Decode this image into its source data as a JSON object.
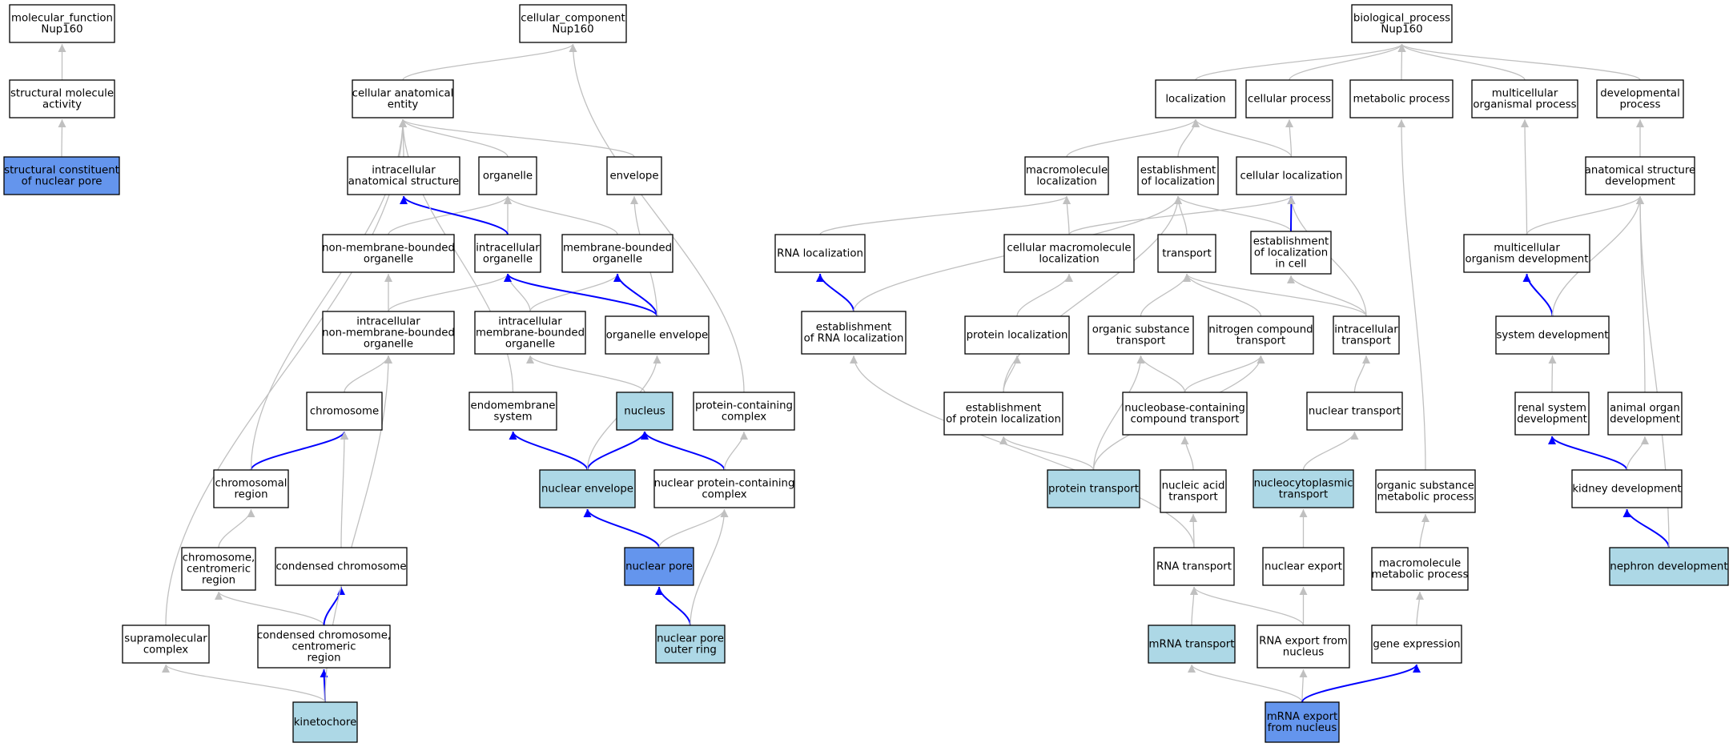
{
  "colors": {
    "edge_grey": "#c0c0c0",
    "edge_blue": "#0000ff",
    "node_white": "#ffffff",
    "node_light": "#add8e6",
    "node_dark": "#6495ed",
    "border": "#000000"
  },
  "nodes": {
    "mf": {
      "lines": [
        "molecular_function",
        "Nup160"
      ],
      "fill": "white"
    },
    "sma": {
      "lines": [
        "structural molecule",
        "activity"
      ],
      "fill": "white"
    },
    "scnp": {
      "lines": [
        "structural constituent",
        "of nuclear pore"
      ],
      "fill": "dark"
    },
    "cc": {
      "lines": [
        "cellular_component",
        "Nup160"
      ],
      "fill": "white"
    },
    "cae": {
      "lines": [
        "cellular anatomical",
        "entity"
      ],
      "fill": "white"
    },
    "ias": {
      "lines": [
        "intracellular",
        "anatomical structure"
      ],
      "fill": "white"
    },
    "org": {
      "lines": [
        "organelle"
      ],
      "fill": "white"
    },
    "env": {
      "lines": [
        "envelope"
      ],
      "fill": "white"
    },
    "nmbo": {
      "lines": [
        "non-membrane-bounded",
        "organelle"
      ],
      "fill": "white"
    },
    "io": {
      "lines": [
        "intracellular",
        "organelle"
      ],
      "fill": "white"
    },
    "mbo": {
      "lines": [
        "membrane-bounded",
        "organelle"
      ],
      "fill": "white"
    },
    "inmbo": {
      "lines": [
        "intracellular",
        "non-membrane-bounded",
        "organelle"
      ],
      "fill": "white"
    },
    "imbo": {
      "lines": [
        "intracellular",
        "membrane-bounded",
        "organelle"
      ],
      "fill": "white"
    },
    "oenv": {
      "lines": [
        "organelle envelope"
      ],
      "fill": "white"
    },
    "chrom": {
      "lines": [
        "chromosome"
      ],
      "fill": "white"
    },
    "endo": {
      "lines": [
        "endomembrane",
        "system"
      ],
      "fill": "white"
    },
    "nuc": {
      "lines": [
        "nucleus"
      ],
      "fill": "light"
    },
    "pcc": {
      "lines": [
        "protein-containing",
        "complex"
      ],
      "fill": "white"
    },
    "chreg": {
      "lines": [
        "chromosomal",
        "region"
      ],
      "fill": "white"
    },
    "nenv": {
      "lines": [
        "nuclear envelope"
      ],
      "fill": "light"
    },
    "npcc": {
      "lines": [
        "nuclear protein-containing",
        "complex"
      ],
      "fill": "white"
    },
    "ccr": {
      "lines": [
        "chromosome,",
        "centromeric",
        "region"
      ],
      "fill": "white"
    },
    "cchrom": {
      "lines": [
        "condensed chromosome"
      ],
      "fill": "white"
    },
    "npore": {
      "lines": [
        "nuclear pore"
      ],
      "fill": "dark"
    },
    "smc": {
      "lines": [
        "supramolecular",
        "complex"
      ],
      "fill": "white"
    },
    "ccc": {
      "lines": [
        "condensed chromosome,",
        "centromeric",
        "region"
      ],
      "fill": "white"
    },
    "npor": {
      "lines": [
        "nuclear pore",
        "outer ring"
      ],
      "fill": "light"
    },
    "kin": {
      "lines": [
        "kinetochore"
      ],
      "fill": "light"
    },
    "bp": {
      "lines": [
        "biological_process",
        "Nup160"
      ],
      "fill": "white"
    },
    "loc": {
      "lines": [
        "localization"
      ],
      "fill": "white"
    },
    "cp": {
      "lines": [
        "cellular process"
      ],
      "fill": "white"
    },
    "mp": {
      "lines": [
        "metabolic process"
      ],
      "fill": "white"
    },
    "mop": {
      "lines": [
        "multicellular",
        "organismal process"
      ],
      "fill": "white"
    },
    "dp": {
      "lines": [
        "developmental",
        "process"
      ],
      "fill": "white"
    },
    "mml": {
      "lines": [
        "macromolecule",
        "localization"
      ],
      "fill": "white"
    },
    "eol": {
      "lines": [
        "establishment",
        "of localization"
      ],
      "fill": "white"
    },
    "cl": {
      "lines": [
        "cellular localization"
      ],
      "fill": "white"
    },
    "asd": {
      "lines": [
        "anatomical structure",
        "development"
      ],
      "fill": "white"
    },
    "rnal": {
      "lines": [
        "RNA localization"
      ],
      "fill": "white"
    },
    "cmml": {
      "lines": [
        "cellular macromolecule",
        "localization"
      ],
      "fill": "white"
    },
    "trans": {
      "lines": [
        "transport"
      ],
      "fill": "white"
    },
    "eolc": {
      "lines": [
        "establishment",
        "of localization",
        "in cell"
      ],
      "fill": "white"
    },
    "mod": {
      "lines": [
        "multicellular",
        "organism development"
      ],
      "fill": "white"
    },
    "erl": {
      "lines": [
        "establishment",
        "of RNA localization"
      ],
      "fill": "white"
    },
    "pl": {
      "lines": [
        "protein localization"
      ],
      "fill": "white"
    },
    "ost": {
      "lines": [
        "organic substance",
        "transport"
      ],
      "fill": "white"
    },
    "nct": {
      "lines": [
        "nitrogen compound",
        "transport"
      ],
      "fill": "white"
    },
    "it": {
      "lines": [
        "intracellular",
        "transport"
      ],
      "fill": "white"
    },
    "sd": {
      "lines": [
        "system development"
      ],
      "fill": "white"
    },
    "epl": {
      "lines": [
        "establishment",
        "of protein localization"
      ],
      "fill": "white"
    },
    "nbct": {
      "lines": [
        "nucleobase-containing",
        "compound transport"
      ],
      "fill": "white"
    },
    "nt": {
      "lines": [
        "nuclear transport"
      ],
      "fill": "white"
    },
    "rsd": {
      "lines": [
        "renal system",
        "development"
      ],
      "fill": "white"
    },
    "aod": {
      "lines": [
        "animal organ",
        "development"
      ],
      "fill": "white"
    },
    "pt": {
      "lines": [
        "protein transport"
      ],
      "fill": "light"
    },
    "nat": {
      "lines": [
        "nucleic acid",
        "transport"
      ],
      "fill": "white"
    },
    "nct2": {
      "lines": [
        "nucleocytoplasmic",
        "transport"
      ],
      "fill": "light"
    },
    "osmp": {
      "lines": [
        "organic substance",
        "metabolic process"
      ],
      "fill": "white"
    },
    "kd": {
      "lines": [
        "kidney development"
      ],
      "fill": "white"
    },
    "rnat": {
      "lines": [
        "RNA transport"
      ],
      "fill": "white"
    },
    "ne": {
      "lines": [
        "nuclear export"
      ],
      "fill": "white"
    },
    "mmp": {
      "lines": [
        "macromolecule",
        "metabolic process"
      ],
      "fill": "white"
    },
    "nd": {
      "lines": [
        "nephron development"
      ],
      "fill": "light"
    },
    "mrnat": {
      "lines": [
        "mRNA transport"
      ],
      "fill": "light"
    },
    "rnaen": {
      "lines": [
        "RNA export from",
        "nucleus"
      ],
      "fill": "white"
    },
    "ge": {
      "lines": [
        "gene expression"
      ],
      "fill": "white"
    },
    "mrnaen": {
      "lines": [
        "mRNA export",
        "from nucleus"
      ],
      "fill": "dark"
    }
  },
  "edges": [
    [
      "sma",
      "mf",
      "grey"
    ],
    [
      "scnp",
      "sma",
      "grey"
    ],
    [
      "cae",
      "cc",
      "grey"
    ],
    [
      "ias",
      "cae",
      "grey"
    ],
    [
      "org",
      "cae",
      "grey"
    ],
    [
      "env",
      "cae",
      "grey"
    ],
    [
      "nmbo",
      "org",
      "grey"
    ],
    [
      "io",
      "org",
      "grey"
    ],
    [
      "mbo",
      "org",
      "grey"
    ],
    [
      "io",
      "ias",
      "blue"
    ],
    [
      "inmbo",
      "nmbo",
      "grey"
    ],
    [
      "inmbo",
      "io",
      "grey"
    ],
    [
      "imbo",
      "io",
      "grey"
    ],
    [
      "imbo",
      "mbo",
      "grey"
    ],
    [
      "oenv",
      "io",
      "blue"
    ],
    [
      "oenv",
      "mbo",
      "blue"
    ],
    [
      "oenv",
      "env",
      "grey"
    ],
    [
      "chrom",
      "inmbo",
      "grey"
    ],
    [
      "endo",
      "cae",
      "grey"
    ],
    [
      "nuc",
      "imbo",
      "grey"
    ],
    [
      "pcc",
      "cc",
      "grey"
    ],
    [
      "chreg",
      "chrom",
      "blue"
    ],
    [
      "chreg",
      "cae",
      "grey"
    ],
    [
      "nenv",
      "endo",
      "blue"
    ],
    [
      "nenv",
      "nuc",
      "blue"
    ],
    [
      "nenv",
      "oenv",
      "grey"
    ],
    [
      "npcc",
      "nuc",
      "blue"
    ],
    [
      "npcc",
      "pcc",
      "grey"
    ],
    [
      "ccr",
      "chreg",
      "grey"
    ],
    [
      "cchrom",
      "chrom",
      "grey"
    ],
    [
      "npore",
      "nenv",
      "blue"
    ],
    [
      "npore",
      "npcc",
      "grey"
    ],
    [
      "smc",
      "cae",
      "grey"
    ],
    [
      "ccc",
      "ccr",
      "grey"
    ],
    [
      "ccc",
      "cchrom",
      "blue"
    ],
    [
      "npor",
      "npore",
      "blue"
    ],
    [
      "npor",
      "npcc",
      "grey"
    ],
    [
      "kin",
      "ccc",
      "blue"
    ],
    [
      "kin",
      "smc",
      "grey"
    ],
    [
      "kin",
      "inmbo",
      "grey"
    ],
    [
      "loc",
      "bp",
      "grey"
    ],
    [
      "cp",
      "bp",
      "grey"
    ],
    [
      "mp",
      "bp",
      "grey"
    ],
    [
      "mop",
      "bp",
      "grey"
    ],
    [
      "dp",
      "bp",
      "grey"
    ],
    [
      "mml",
      "loc",
      "grey"
    ],
    [
      "eol",
      "loc",
      "grey"
    ],
    [
      "cl",
      "loc",
      "grey"
    ],
    [
      "cl",
      "cp",
      "grey"
    ],
    [
      "asd",
      "dp",
      "grey"
    ],
    [
      "rnal",
      "mml",
      "grey"
    ],
    [
      "cmml",
      "mml",
      "grey"
    ],
    [
      "cmml",
      "cl",
      "grey"
    ],
    [
      "trans",
      "eol",
      "grey"
    ],
    [
      "eolc",
      "eol",
      "grey"
    ],
    [
      "eolc",
      "cl",
      "blue"
    ],
    [
      "mod",
      "mop",
      "grey"
    ],
    [
      "mod",
      "asd",
      "grey"
    ],
    [
      "erl",
      "rnal",
      "blue"
    ],
    [
      "erl",
      "eol",
      "grey"
    ],
    [
      "pl",
      "cmml",
      "grey"
    ],
    [
      "ost",
      "trans",
      "grey"
    ],
    [
      "nct",
      "trans",
      "grey"
    ],
    [
      "it",
      "trans",
      "grey"
    ],
    [
      "it",
      "eolc",
      "grey"
    ],
    [
      "it",
      "cl",
      "grey"
    ],
    [
      "sd",
      "mod",
      "blue"
    ],
    [
      "sd",
      "asd",
      "grey"
    ],
    [
      "epl",
      "pl",
      "grey"
    ],
    [
      "epl",
      "eol",
      "grey"
    ],
    [
      "nbct",
      "ost",
      "grey"
    ],
    [
      "nbct",
      "nct",
      "grey"
    ],
    [
      "nt",
      "it",
      "grey"
    ],
    [
      "rsd",
      "sd",
      "grey"
    ],
    [
      "aod",
      "asd",
      "grey"
    ],
    [
      "pt",
      "epl",
      "grey"
    ],
    [
      "pt",
      "ost",
      "grey"
    ],
    [
      "pt",
      "nct",
      "grey"
    ],
    [
      "nat",
      "nbct",
      "grey"
    ],
    [
      "nct2",
      "nt",
      "grey"
    ],
    [
      "osmp",
      "mp",
      "grey"
    ],
    [
      "kd",
      "rsd",
      "blue"
    ],
    [
      "kd",
      "aod",
      "grey"
    ],
    [
      "rnat",
      "nat",
      "grey"
    ],
    [
      "rnat",
      "erl",
      "grey"
    ],
    [
      "ne",
      "nct2",
      "grey"
    ],
    [
      "mmp",
      "osmp",
      "grey"
    ],
    [
      "nd",
      "kd",
      "blue"
    ],
    [
      "nd",
      "asd",
      "grey"
    ],
    [
      "mrnat",
      "rnat",
      "grey"
    ],
    [
      "rnaen",
      "rnat",
      "grey"
    ],
    [
      "rnaen",
      "ne",
      "grey"
    ],
    [
      "ge",
      "mmp",
      "grey"
    ],
    [
      "mrnaen",
      "mrnat",
      "grey"
    ],
    [
      "mrnaen",
      "rnaen",
      "grey"
    ],
    [
      "mrnaen",
      "ge",
      "blue"
    ]
  ]
}
